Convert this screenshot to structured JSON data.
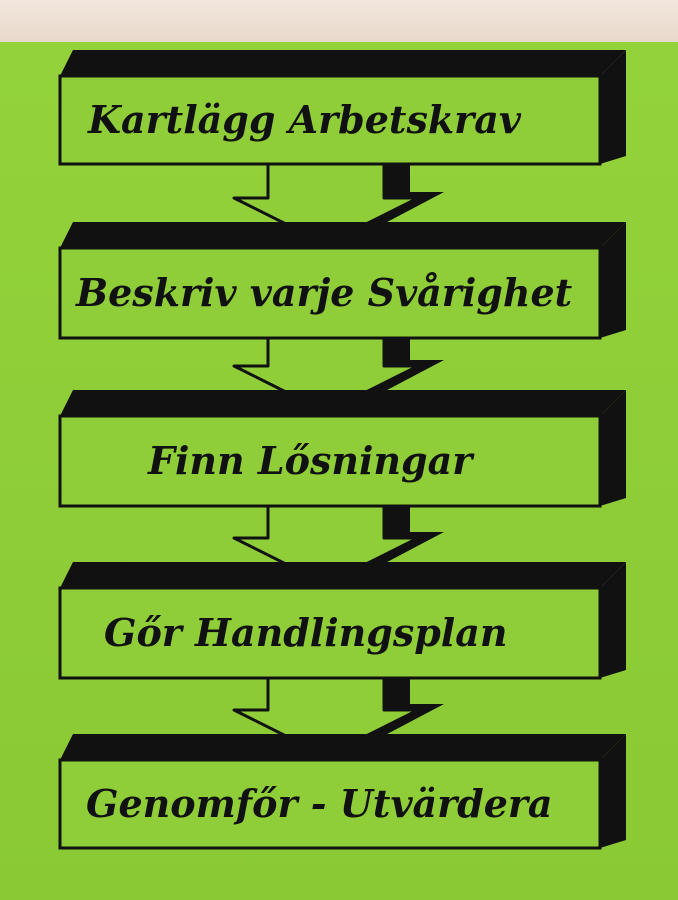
{
  "diagram": {
    "steps": [
      {
        "label": "Kartlägg Arbetskrav"
      },
      {
        "label": "Beskriv varje Svårighet"
      },
      {
        "label": "Finn Lősningar"
      },
      {
        "label": "Gőr Handlingsplan"
      },
      {
        "label": "Genomfőr - Utvärdera"
      }
    ]
  },
  "colors": {
    "background": "#8fce38",
    "ink": "#111111",
    "wall": "#eedfd2"
  }
}
